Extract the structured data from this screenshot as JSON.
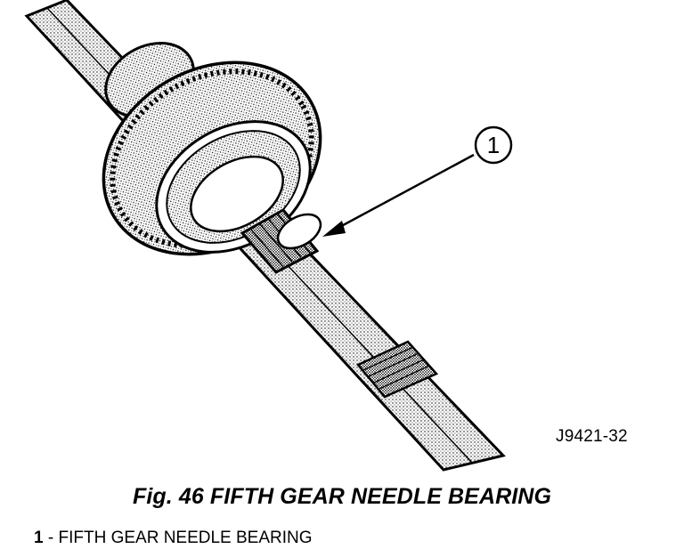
{
  "figure": {
    "id_code": "J9421-32",
    "caption": "Fig. 46 FIFTH GEAR NEEDLE BEARING",
    "callouts": [
      {
        "number": "1"
      }
    ],
    "legend": [
      {
        "number": "1",
        "separator": " - ",
        "label": "FIFTH GEAR NEEDLE BEARING"
      }
    ]
  }
}
